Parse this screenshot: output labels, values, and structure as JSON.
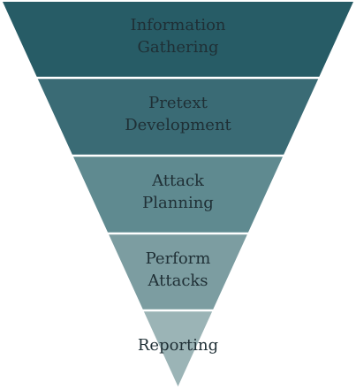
{
  "diagram": {
    "type": "inverted-funnel",
    "stages": [
      {
        "lines": [
          "Information",
          "Gathering"
        ],
        "color": "#275c66"
      },
      {
        "lines": [
          "Pretext",
          "Development"
        ],
        "color": "#3a6b75"
      },
      {
        "lines": [
          "Attack",
          "Planning"
        ],
        "color": "#5f8a90"
      },
      {
        "lines": [
          "Perform",
          "Attacks"
        ],
        "color": "#7c9da1"
      },
      {
        "lines": [
          "Reporting"
        ],
        "color": "#9bb4b6"
      }
    ],
    "separator_color": "#ffffff"
  }
}
